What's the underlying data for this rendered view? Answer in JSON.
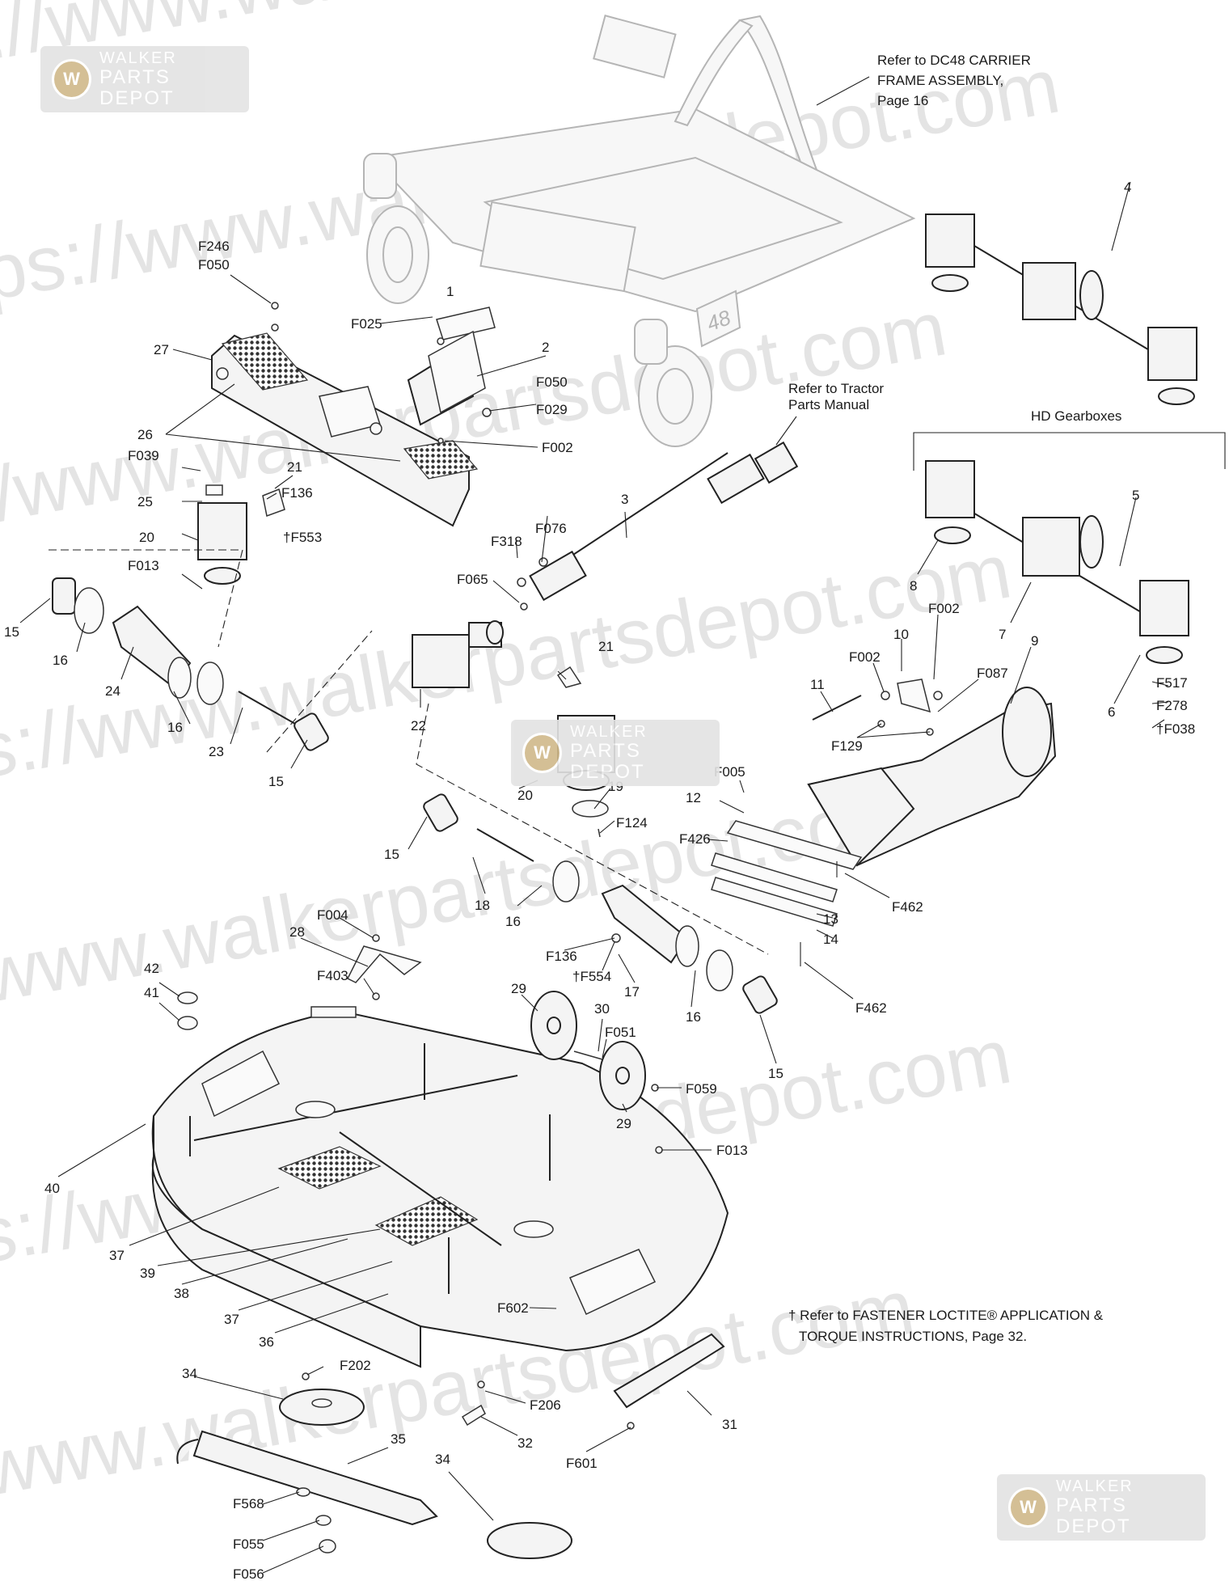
{
  "watermark": {
    "url_text": "https://www.walkerpartsdepot.com",
    "badge_top": "WALKER",
    "badge_bottom": "PARTS DEPOT",
    "badge_logo": "W"
  },
  "notes": {
    "carrier_ref": [
      "Refer to DC48 CARRIER",
      "FRAME ASSEMBLY,",
      "Page 16"
    ],
    "tractor_ref": [
      "Refer to Tractor",
      "Parts Manual"
    ],
    "hd_gearboxes": "HD Gearboxes",
    "loctite": [
      "† Refer to FASTENER LOCTITE® APPLICATION &",
      "TORQUE INSTRUCTIONS, Page 32."
    ],
    "frame_badge": "48"
  },
  "callouts": [
    "F246",
    "F050",
    "1",
    "F025",
    "27",
    "2",
    "F050",
    "F029",
    "F002",
    "26",
    "F039",
    "21",
    "25",
    "F136",
    "20",
    "†F553",
    "F013",
    "15",
    "16",
    "24",
    "16",
    "23",
    "15",
    "22",
    "3",
    "F076",
    "F318",
    "F065",
    "Refer to Tractor",
    "4",
    "5",
    "8",
    "7",
    "6",
    "F002",
    "10",
    "F002",
    "F087",
    "9",
    "11",
    "F129",
    "F517",
    "F278",
    "†F038",
    "21",
    "20",
    "19",
    "F124",
    "F005",
    "12",
    "F426",
    "F462",
    "13",
    "14",
    "F462",
    "15",
    "18",
    "16",
    "17",
    "F136",
    "†F554",
    "16",
    "15",
    "F004",
    "28",
    "F403",
    "42",
    "41",
    "29",
    "30",
    "F051",
    "29",
    "F059",
    "F013",
    "40",
    "37",
    "39",
    "38",
    "37",
    "36",
    "F602",
    "F202",
    "34",
    "F206",
    "32",
    "31",
    "F601",
    "35",
    "34",
    "F568",
    "F055",
    "F056"
  ]
}
